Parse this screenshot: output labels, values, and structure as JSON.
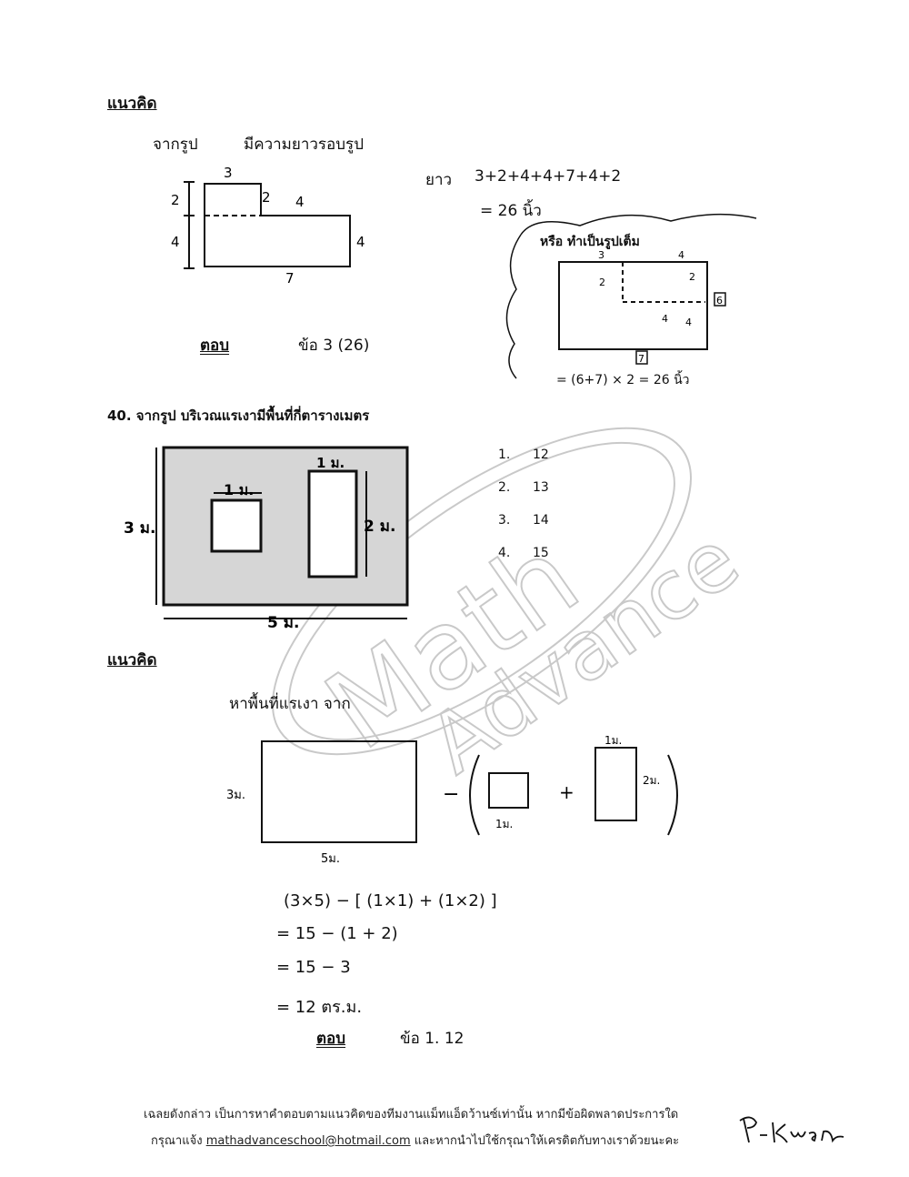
{
  "section1": {
    "heading": "แนวคิด",
    "intro_a": "จากรูป",
    "intro_b": "มีความยาวรอบรูป",
    "sum_label": "ยาว",
    "sum_expr": "3+2+4+4+7+4+2",
    "sum_result": "= 26 นิ้ว",
    "alt_note": "หรือ ทำเป็นรูปเต็ม",
    "alt_result": "= (6+7) × 2 = 26 นิ้ว",
    "answer_label": "ตอบ",
    "answer_value": "ข้อ 3 (26)",
    "fig": {
      "top": "3",
      "left_up": "2",
      "mid": "2",
      "step": "4",
      "left_low": "4",
      "right": "4",
      "bottom": "7"
    },
    "alt_fig": {
      "t3": "3",
      "t4": "4",
      "l2": "2",
      "r2": "2",
      "r4": "4",
      "m4": "4",
      "six": "6",
      "seven": "7"
    }
  },
  "question": {
    "text": "40. จากรูป บริเวณแรเงามีพื้นที่กี่ตารางเมตร",
    "fig": {
      "w1": "1 ม.",
      "w2": "1 ม.",
      "h2": "2 ม.",
      "h3": "3 ม.",
      "w5": "5 ม."
    },
    "choices": [
      {
        "num": "1.",
        "val": "12"
      },
      {
        "num": "2.",
        "val": "13"
      },
      {
        "num": "3.",
        "val": "14"
      },
      {
        "num": "4.",
        "val": "15"
      }
    ]
  },
  "section2": {
    "heading": "แนวคิด",
    "intro": "หาพื้นที่แรเงา จาก",
    "fig": {
      "h3": "3ม.",
      "w5": "5ม.",
      "sq": "1ม.",
      "rw": "1ม.",
      "rh": "2ม.",
      "minus": "−",
      "plus": "+"
    },
    "line1": "(3×5) − [ (1×1) + (1×2) ]",
    "line2": "= 15 − (1 + 2)",
    "line3": "= 15 − 3",
    "line4": "= 12 ตร.ม.",
    "answer_label": "ตอบ",
    "answer_value": "ข้อ 1. 12"
  },
  "footer": {
    "line1": "เฉลยดังกล่าว เป็นการหาคำตอบตามแนวคิดของทีมงานแม็ทแอ็ดว้านซ์เท่านั้น หากมีข้อผิดพลาดประการใด",
    "line2_pre": "กรุณาแจ้ง",
    "email": "mathadvanceschool@hotmail.com",
    "line2_post": "และหากนำไปใช้กรุณาให้เครดิตกับทางเราด้วยนะคะ",
    "signature": "P-Kwan"
  },
  "watermark": "Math Advance"
}
